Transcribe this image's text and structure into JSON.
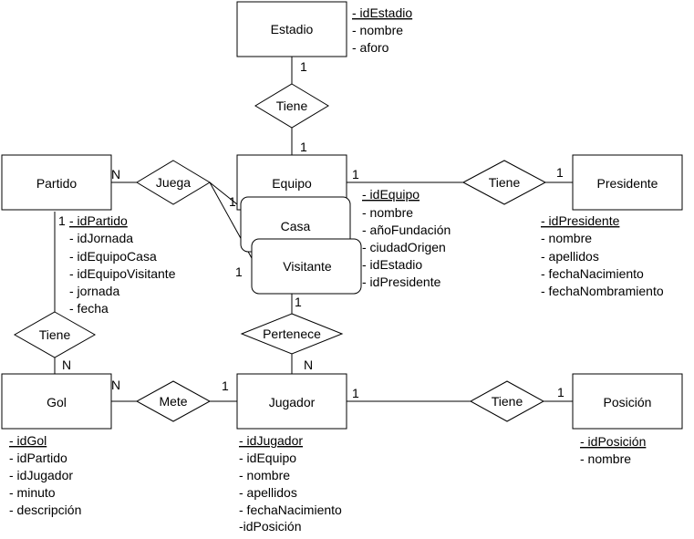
{
  "entities": {
    "estadio": "Estadio",
    "equipo": "Equipo",
    "partido": "Partido",
    "presidente": "Presidente",
    "gol": "Gol",
    "jugador": "Jugador",
    "posicion": "Posición",
    "casa": "Casa",
    "visitante": "Visitante"
  },
  "relationships": {
    "tiene_estadio": "Tiene",
    "juega": "Juega",
    "tiene_presidente": "Tiene",
    "tiene_gol": "Tiene",
    "pertenece": "Pertenece",
    "mete": "Mete",
    "tiene_posicion": "Tiene"
  },
  "attributes": {
    "estadio": [
      "- idEstadio",
      "- nombre",
      "- aforo"
    ],
    "equipo": [
      "- idEquipo",
      "- nombre",
      "- añoFundación",
      "- ciudadOrigen",
      "- idEstadio",
      "- idPresidente"
    ],
    "partido": [
      "- idPartido",
      "- idJornada",
      "- idEquipoCasa",
      "- idEquipoVisitante",
      "- jornada",
      "- fecha"
    ],
    "presidente": [
      "- idPresidente",
      "- nombre",
      "- apellidos",
      "- fechaNacimiento",
      "- fechaNombramiento"
    ],
    "gol": [
      "- idGol",
      "- idPartido",
      "- idJugador",
      "- minuto",
      "- descripción"
    ],
    "jugador": [
      "- idJugador",
      "- idEquipo",
      "- nombre",
      "- apellidos",
      "- fechaNacimiento",
      "-idPosición"
    ],
    "posicion": [
      "- idPosición",
      "- nombre"
    ]
  },
  "cardinalities": {
    "estadio_tiene": "1",
    "equipo_tiene": "1",
    "partido_juega": "N",
    "casa_juega": "1",
    "visitante_juega": "1",
    "equipo_presidente": "1",
    "presidente_tiene": "1",
    "partido_tiene": "1",
    "gol_tiene": "N",
    "equipo_pertenece": "1",
    "jugador_pertenece": "N",
    "gol_mete": "N",
    "jugador_mete": "1",
    "jugador_posicion": "1",
    "posicion_tiene": "1"
  }
}
